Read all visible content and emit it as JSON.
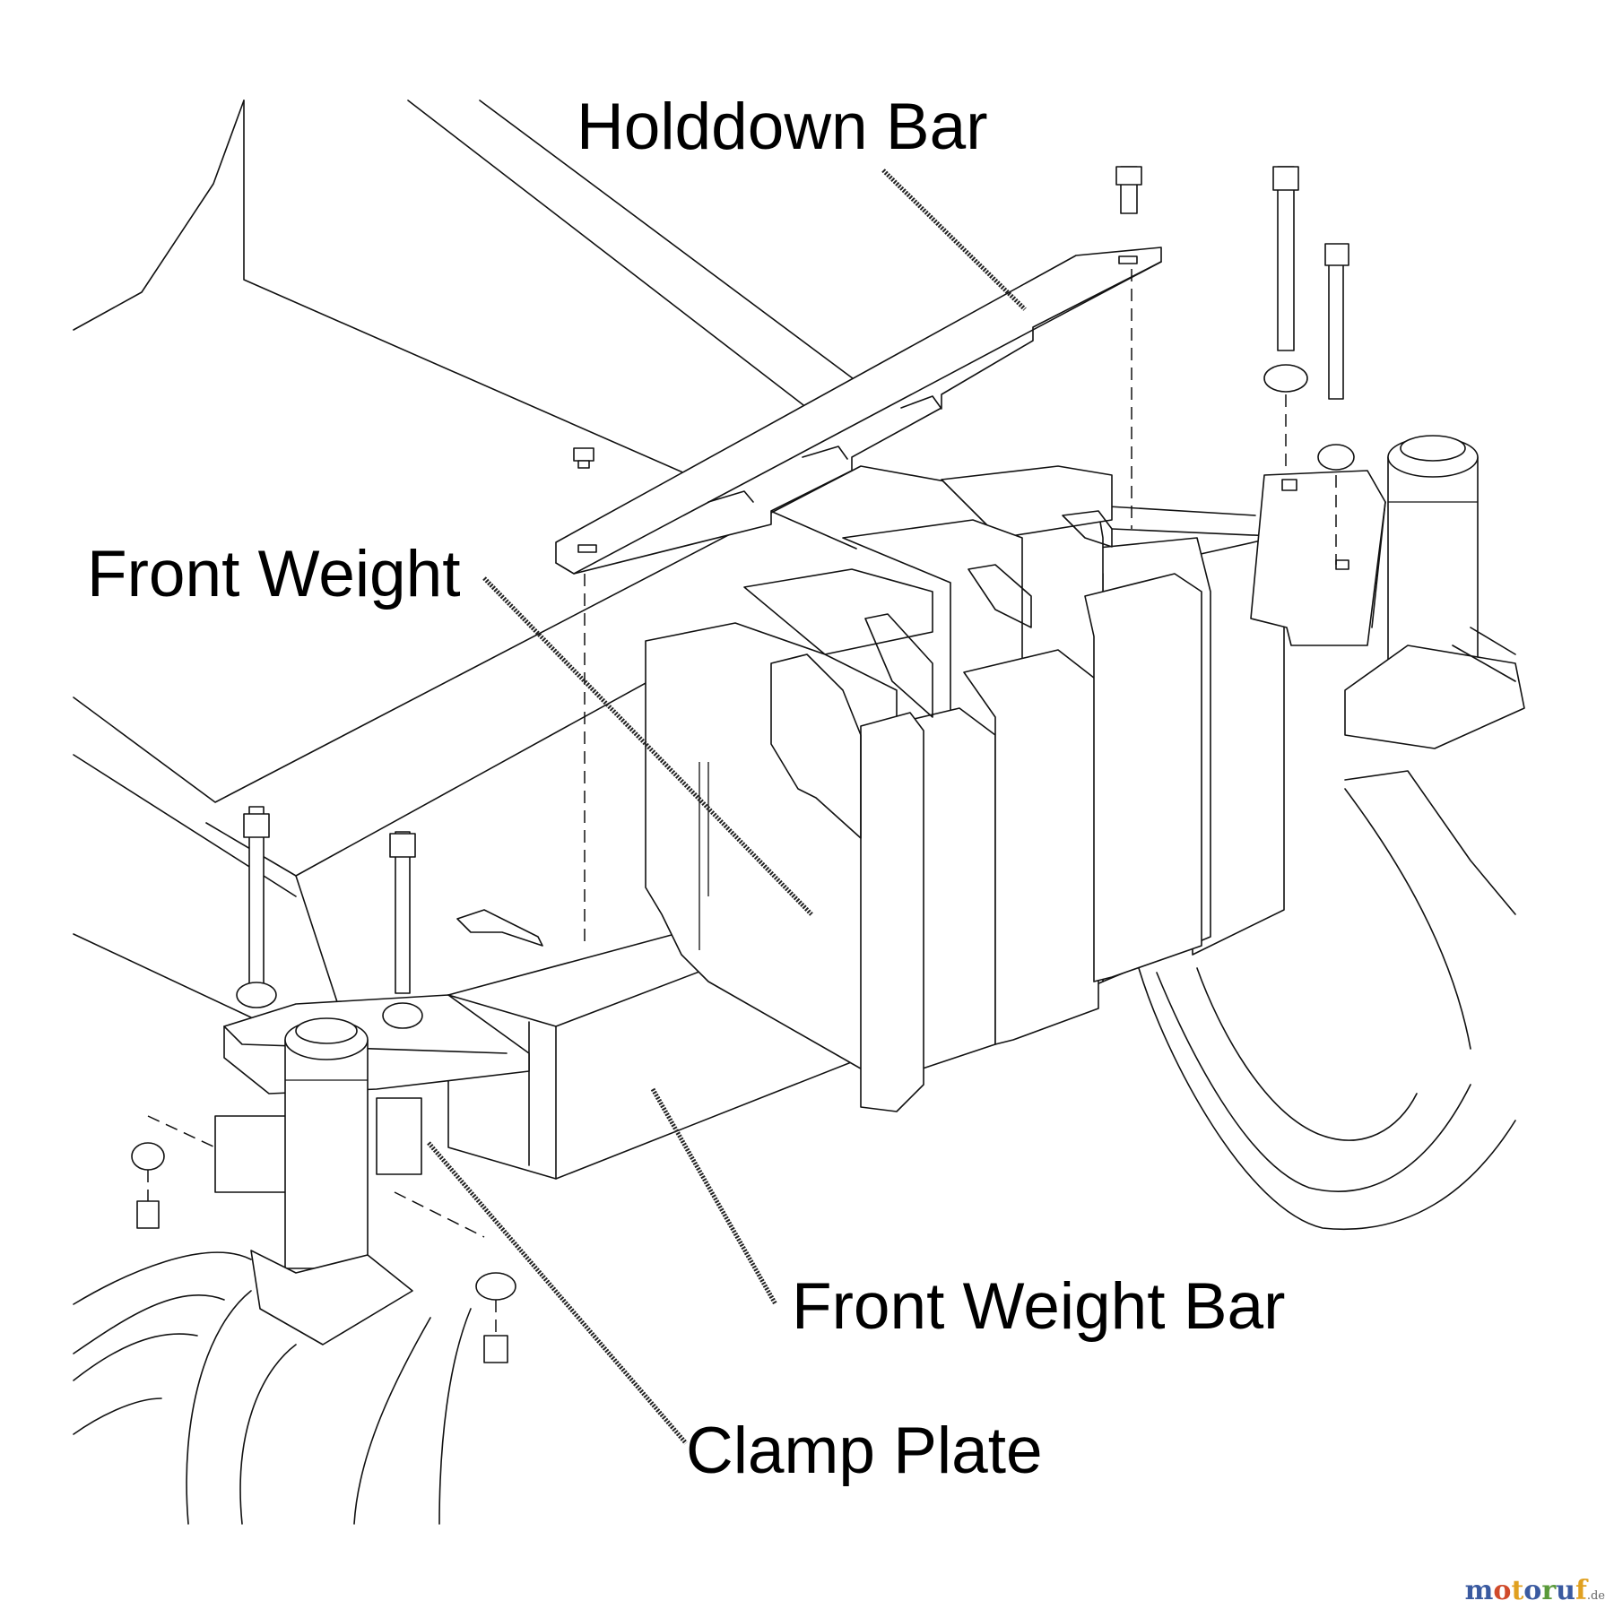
{
  "labels": {
    "holddown_bar": "Holddown Bar",
    "front_weight": "Front Weight",
    "front_weight_bar": "Front Weight Bar",
    "clamp_plate": "Clamp Plate"
  },
  "watermark": {
    "letters": [
      "m",
      "o",
      "t",
      "o",
      "r",
      "u",
      "f"
    ],
    "letter_colors": [
      "#3a5aa0",
      "#d04a2a",
      "#e0a020",
      "#3a5aa0",
      "#5a9a3a",
      "#3a5aa0",
      "#e0a020"
    ],
    "tld": ".de"
  },
  "colors": {
    "ink": "#111111",
    "leader": "#222222",
    "background": "#ffffff"
  }
}
